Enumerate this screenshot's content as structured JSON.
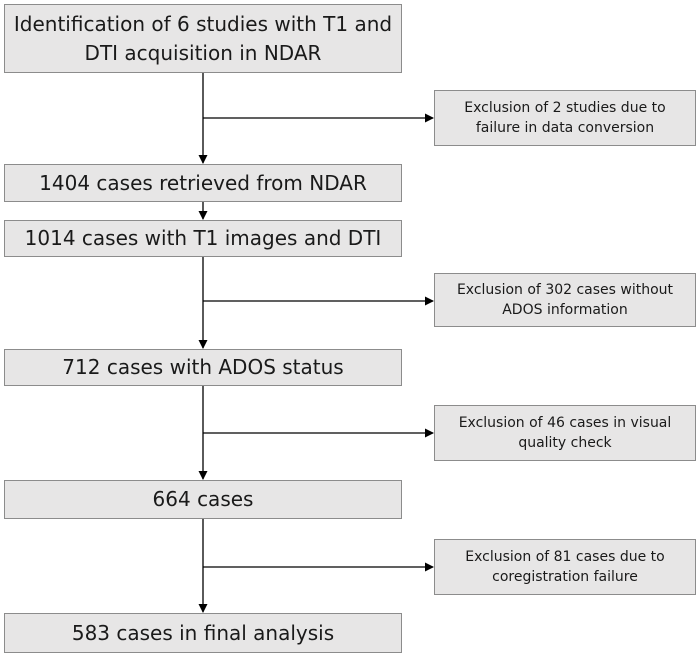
{
  "main_steps": [
    {
      "line1": "Identification of 6 studies with T1 and",
      "line2": "DTI acquisition in NDAR"
    },
    {
      "line1": "1404 cases retrieved from NDAR"
    },
    {
      "line1": "1014 cases with T1 images and DTI"
    },
    {
      "line1": "712 cases with ADOS status"
    },
    {
      "line1": "664 cases"
    },
    {
      "line1": "583 cases in final analysis"
    }
  ],
  "exclusions": [
    {
      "line1": "Exclusion of 2 studies due to",
      "line2": "failure in data conversion"
    },
    {
      "line1": "Exclusion of 302 cases without",
      "line2": "ADOS information"
    },
    {
      "line1": "Exclusion of 46 cases in visual",
      "line2": "quality check"
    },
    {
      "line1": "Exclusion of 81 cases due to",
      "line2": "coregistration failure"
    }
  ]
}
